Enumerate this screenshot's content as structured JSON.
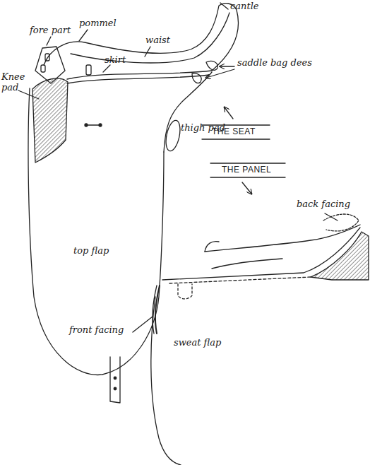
{
  "diagram": {
    "labels": [
      "cantle",
      "fore part",
      "pommel",
      "waist",
      "skirt",
      "saddle bag dees",
      "Knee pad",
      "thigh pad",
      "THE SEAT",
      "THE PANEL",
      "back facing",
      "top flap",
      "front facing",
      "sweat flap"
    ]
  }
}
